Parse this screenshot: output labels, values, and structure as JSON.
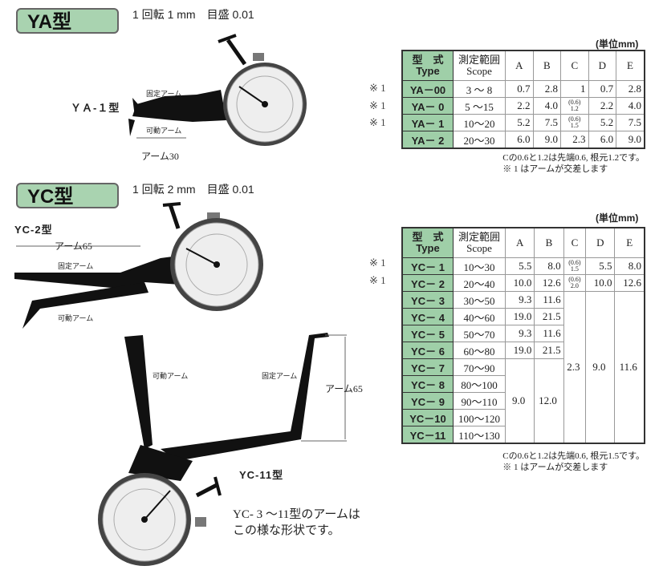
{
  "ya": {
    "badge": "YA型",
    "spec": "1 回転 1 mm　目盛 0.01",
    "unit": "(単位mm)",
    "model": "ＹＡ-１型",
    "fixed_arm": "固定アーム",
    "movable_arm": "可動アーム",
    "arm_len": "アーム30",
    "headers": {
      "type1": "型　式",
      "type2": "Type",
      "scope1": "測定範囲",
      "scope2": "Scope",
      "cols": [
        "A",
        "B",
        "C",
        "D",
        "E"
      ]
    },
    "rows": [
      {
        "mark": "※ 1",
        "type": "YA－00",
        "scope": "3 ～ 8",
        "vals": [
          "0.7",
          "2.8",
          "1",
          "0.7",
          "2.8"
        ]
      },
      {
        "mark": "※ 1",
        "type": "YA－ 0",
        "scope": "5 ～15",
        "vals": [
          "2.2",
          "4.0",
          {
            "top": "(0.6)",
            "bottom": "1.2"
          },
          "2.2",
          "4.0"
        ]
      },
      {
        "mark": "※ 1",
        "type": "YA－ 1",
        "scope": "10～20",
        "vals": [
          "5.2",
          "7.5",
          {
            "top": "(0.6)",
            "bottom": "1.5"
          },
          "5.2",
          "7.5"
        ]
      },
      {
        "mark": "",
        "type": "YA－ 2",
        "scope": "20～30",
        "vals": [
          "6.0",
          "9.0",
          "2.3",
          "6.0",
          "9.0"
        ]
      }
    ],
    "note1": "Cの0.6と1.2は先端0.6, 根元1.2です。",
    "note2": "※ 1 はアームが交差します"
  },
  "yc": {
    "badge": "YC型",
    "spec": "1 回転 2 mm　目盛 0.01",
    "unit": "(単位mm)",
    "model2": "YC-2型",
    "arm_len": "アーム65",
    "fixed_arm": "固定アーム",
    "movable_arm": "可動アーム",
    "model11": "YC-11型",
    "movable_arm11": "可動アーム",
    "fixed_arm11": "固定アーム",
    "arm_len11": "アーム65",
    "shape_note1": "YC- 3 ～11型のアームは",
    "shape_note2": "この様な形状です。",
    "headers": {
      "type1": "型　式",
      "type2": "Type",
      "scope1": "測定範囲",
      "scope2": "Scope",
      "cols": [
        "A",
        "B",
        "C",
        "D",
        "E"
      ]
    },
    "rows": [
      {
        "mark": "※ 1",
        "type": "YC－ 1",
        "scope": "10～30",
        "vals": [
          "5.5",
          "8.0",
          {
            "top": "(0.6)",
            "bottom": "1.5"
          },
          "5.5",
          "8.0"
        ]
      },
      {
        "mark": "※ 1",
        "type": "YC－ 2",
        "scope": "20～40",
        "vals": [
          "10.0",
          "12.6",
          {
            "top": "(0.6)",
            "bottom": "2.0"
          },
          "10.0",
          "12.6"
        ]
      },
      {
        "mark": "",
        "type": "YC－ 3",
        "scope": "30～50",
        "vals": [
          "9.3",
          "11.6",
          "2.3",
          "9.0",
          "11.6"
        ]
      },
      {
        "mark": "",
        "type": "YC－ 4",
        "scope": "40～60",
        "vals": [
          "19.0",
          "21.5",
          null,
          null,
          null
        ]
      },
      {
        "mark": "",
        "type": "YC－ 5",
        "scope": "50～70",
        "vals": [
          "9.3",
          "11.6",
          null,
          null,
          null
        ]
      },
      {
        "mark": "",
        "type": "YC－ 6",
        "scope": "60～80",
        "vals": [
          "19.0",
          "21.5",
          null,
          null,
          null
        ]
      },
      {
        "mark": "",
        "type": "YC－ 7",
        "scope": "70～90",
        "vals": [
          "9.0",
          "12.0",
          null,
          null,
          null
        ]
      },
      {
        "mark": "",
        "type": "YC－ 8",
        "scope": "80～100",
        "vals": [
          null,
          null,
          null,
          null,
          null
        ]
      },
      {
        "mark": "",
        "type": "YC－ 9",
        "scope": "90～110",
        "vals": [
          null,
          null,
          null,
          null,
          null
        ]
      },
      {
        "mark": "",
        "type": "YC－10",
        "scope": "100～120",
        "vals": [
          null,
          null,
          null,
          null,
          null
        ]
      },
      {
        "mark": "",
        "type": "YC－11",
        "scope": "110～130",
        "vals": [
          null,
          null,
          null,
          null,
          null
        ]
      }
    ],
    "note1": "Cの0.6と1.2は先端0.6, 根元1.5です。",
    "note2": "※ 1 はアームが交差します"
  }
}
